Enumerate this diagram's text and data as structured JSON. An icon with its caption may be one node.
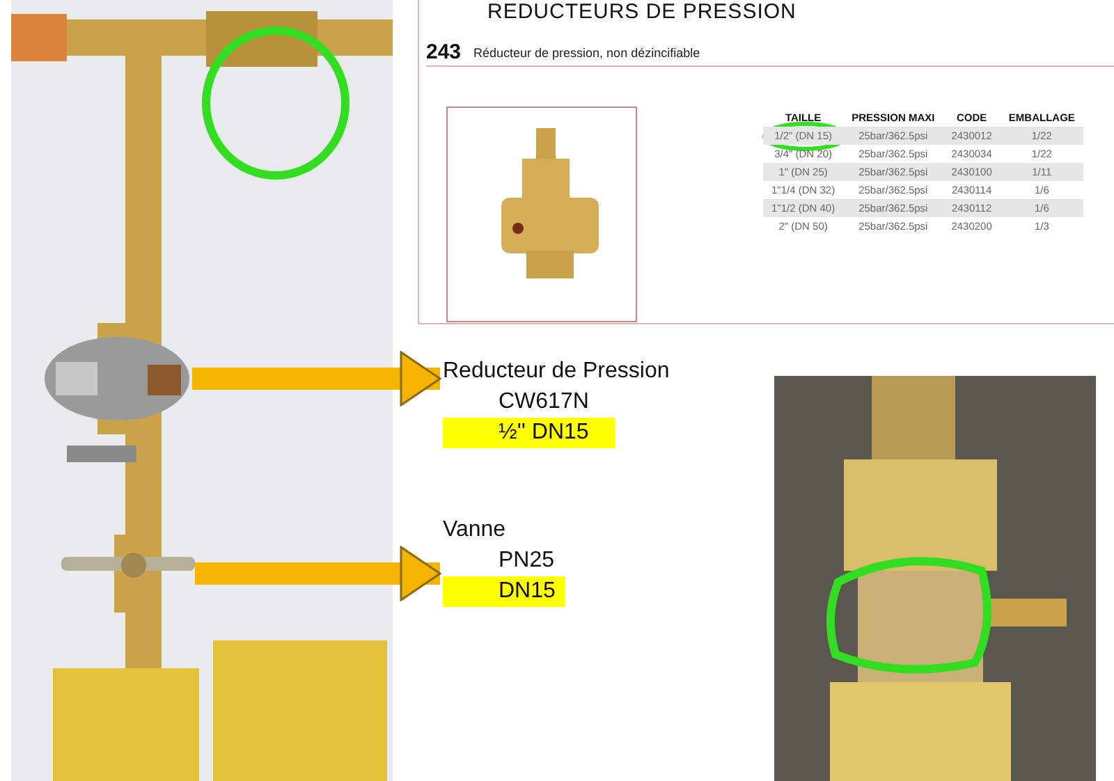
{
  "diagram": {
    "nodes": [
      {
        "text": [],
        "shape": "picture"
      },
      {
        "text": [
          "Reducteur de Pression",
          "CW617N",
          "½'' DN15"
        ]
      },
      {
        "text": [],
        "shape": "picture"
      },
      {
        "text": [
          "Vanne",
          "PN25",
          "DN15"
        ]
      }
    ],
    "edges": [
      {
        "from": 0,
        "to": 1,
        "arrow": "to"
      },
      {
        "from": 2,
        "to": 3,
        "arrow": "to"
      }
    ],
    "labels": [
      "REDUCTEURS DE PRESSION",
      "243",
      "Réducteur de pression, non dézincifiable",
      "TAILLE",
      "PRESSION MAXI",
      "CODE",
      "EMBALLAGE",
      "1/2\" (DN 15)",
      "25bar/362.5psi",
      "2430012",
      "1/22",
      "3/4\" (DN 20)",
      "25bar/362.5psi",
      "2430034",
      "1/22",
      "1\" (DN 25)",
      "25bar/362.5psi",
      "2430100",
      "1/11",
      "1\"1/4 (DN 32)",
      "25bar/362.5psi",
      "2430114",
      "1/6",
      "1\"1/2 (DN 40)",
      "25bar/362.5psi",
      "2430112",
      "1/6",
      "2\" (DN 50)",
      "25bar/362.5psi",
      "2430200",
      "1/3"
    ]
  }
}
